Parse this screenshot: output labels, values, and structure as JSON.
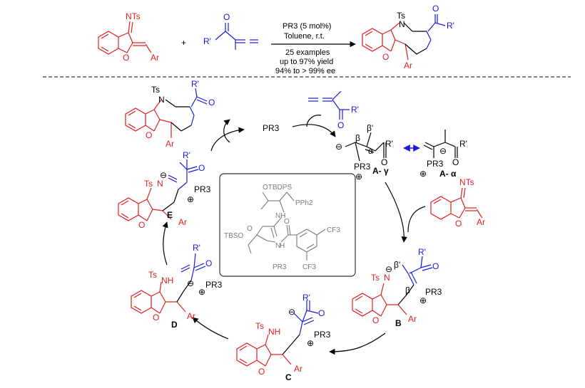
{
  "colors": {
    "red": "#e02020",
    "blue": "#1a1adf",
    "black": "#000000",
    "gray": "#7a7a7a"
  },
  "reaction": {
    "plus": "+",
    "reagent1_label": "NTs",
    "ar": "Ar",
    "r_prime": "R'",
    "o": "O",
    "conditions": {
      "catalyst": "PR3 (5 mol%)",
      "solvent": "Toluene, r.t.",
      "examples": "25 examples",
      "yield": "up to 97% yield",
      "ee": "94% to > 99% ee"
    },
    "product_ts": "Ts",
    "product_n": "N"
  },
  "cycle": {
    "pr3": "PR3",
    "intermediates": {
      "A_gamma": "A- γ",
      "A_alpha": "A- α",
      "B": "B",
      "C": "C",
      "D": "D",
      "E": "E"
    },
    "atoms": {
      "alpha": "α",
      "beta": "β",
      "beta_prime": "β'",
      "pr3_plus": "PR3",
      "ts_n": "Ts",
      "nh": "NH",
      "n": "N"
    },
    "catalyst_box": {
      "otbdps": "OTBDPS",
      "pph2": "PPh2",
      "nh": "NH",
      "tbso": "TBSO",
      "cf3_a": "CF3",
      "cf3_b": "CF3",
      "pr3": "PR3",
      "o1": "O",
      "o2": "O",
      "hn": "H"
    }
  }
}
